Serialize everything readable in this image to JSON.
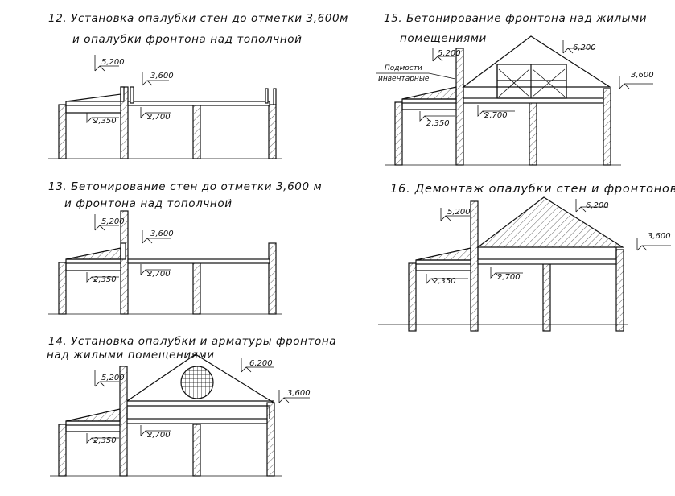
{
  "stages": [
    {
      "id": "12",
      "caption_line1": "12. Установка опалубки стен до отметки 3,600м",
      "caption_line2": "и опалубки   фронтона   над тополчной",
      "levels": [
        "5,200",
        "3,600",
        "2,350",
        "2,700"
      ]
    },
    {
      "id": "13",
      "caption_line1": "13. Бетонирование  стен  до  отметки 3,600 м",
      "caption_line2": "и  фронтона     над  тополчной",
      "levels": [
        "5,200",
        "3,600",
        "2,350",
        "2,700"
      ]
    },
    {
      "id": "14",
      "caption_line1": "14. Установка опалубки и арматуры фронтона",
      "caption_line2": "над жилыми помещениями",
      "levels": [
        "5,200",
        "6,200",
        "3,600",
        "2,350",
        "2,700"
      ]
    },
    {
      "id": "15",
      "caption_line1": "15. Бетонирование  фронтона  над жилыми",
      "caption_line2": "помещениями",
      "note_line1": "Подмости",
      "note_line2": "инвентарные",
      "levels": [
        "5,200",
        "6,200",
        "3,600",
        "2,350",
        "2,700"
      ]
    },
    {
      "id": "16",
      "caption_line1": "16.  Демонтаж  опалубки стен  и фронтонов",
      "levels": [
        "5,200",
        "6,200",
        "3,600",
        "2,350",
        "2,700"
      ]
    }
  ]
}
